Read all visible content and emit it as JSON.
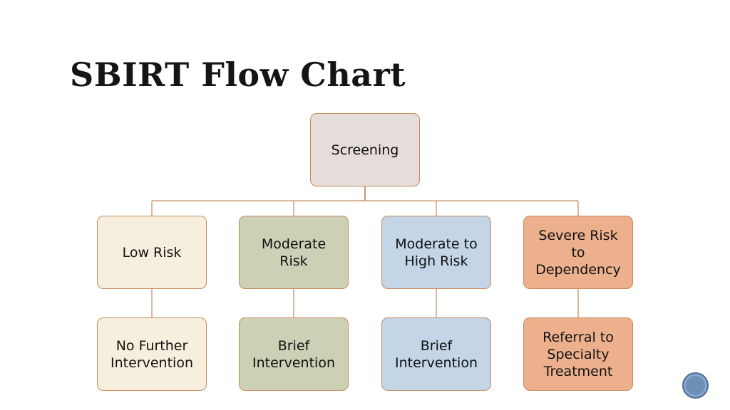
{
  "title": "SBIRT Flow Chart",
  "colors": {
    "connector": "#c98a5c",
    "root_fill": "#e4ddd9",
    "low_fill": "#f6efdd",
    "moderate_fill": "#ccd0b5",
    "mod_high_fill": "#c3d5e7",
    "severe_fill": "#ecb08d",
    "border": "#c98a5c",
    "badge": "#6d8fb6"
  },
  "root": {
    "label": "Screening"
  },
  "risks": [
    {
      "label": "Low Risk"
    },
    {
      "label": "Moderate\nRisk"
    },
    {
      "label": "Moderate to\nHigh Risk"
    },
    {
      "label": "Severe Risk\nto\nDependency"
    }
  ],
  "interventions": [
    {
      "label": "No Further\nIntervention"
    },
    {
      "label": "Brief\nIntervention"
    },
    {
      "label": "Brief\nIntervention"
    },
    {
      "label": "Referral to\nSpecialty\nTreatment"
    }
  ]
}
